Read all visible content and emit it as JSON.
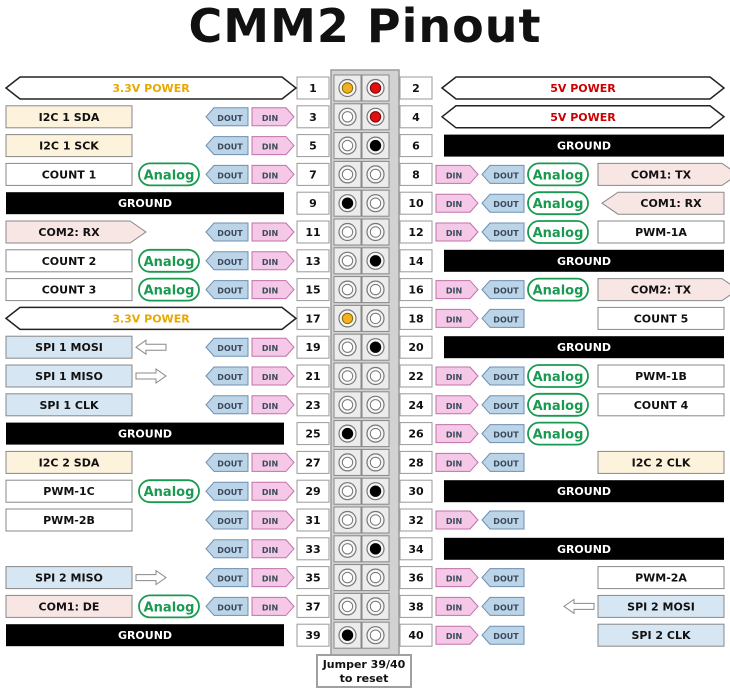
{
  "title": "CMM2 Pinout",
  "jumper_note": {
    "line1": "Jumper 39/40",
    "line2": "to reset"
  },
  "tag_labels": {
    "dout": "DOUT",
    "din": "DIN",
    "analog": "Analog"
  },
  "colors": {
    "power33": "#e8a800",
    "power5": "#cc0000",
    "ground_bg": "#000000",
    "ground_text": "#ffffff",
    "i2c_fill": "#fdf2dc",
    "spi_fill": "#d6e6f3",
    "com_fill": "#f8e6e4",
    "dout_fill": "#bcd4e8",
    "din_fill": "#f6c8e8",
    "analog_green": "#1a9a50",
    "pin_dot_33": "#f0b020",
    "pin_dot_5": "#e01010",
    "pin_dot_gnd": "#000000"
  },
  "pins": [
    {
      "n": "1",
      "side": "L",
      "label": "3.3V POWER",
      "kind": "power33",
      "tags": [],
      "arrow": null
    },
    {
      "n": "2",
      "side": "R",
      "label": "5V POWER",
      "kind": "power5",
      "tags": [],
      "arrow": null
    },
    {
      "n": "3",
      "side": "L",
      "label": "I2C 1 SDA",
      "kind": "i2c",
      "tags": [
        "dout",
        "din"
      ],
      "arrow": null
    },
    {
      "n": "4",
      "side": "R",
      "label": "5V POWER",
      "kind": "power5",
      "tags": [],
      "arrow": null
    },
    {
      "n": "5",
      "side": "L",
      "label": "I2C 1 SCK",
      "kind": "i2c",
      "tags": [
        "dout",
        "din"
      ],
      "arrow": null
    },
    {
      "n": "6",
      "side": "R",
      "label": "GROUND",
      "kind": "ground",
      "tags": [],
      "arrow": null
    },
    {
      "n": "7",
      "side": "L",
      "label": "COUNT 1",
      "kind": "plain",
      "tags": [
        "analog",
        "dout",
        "din"
      ],
      "arrow": null
    },
    {
      "n": "8",
      "side": "R",
      "label": "COM1: TX",
      "kind": "com_tx",
      "tags": [
        "din",
        "dout",
        "analog"
      ],
      "arrow": null
    },
    {
      "n": "9",
      "side": "L",
      "label": "GROUND",
      "kind": "ground",
      "tags": [],
      "arrow": null
    },
    {
      "n": "10",
      "side": "R",
      "label": "COM1: RX",
      "kind": "com_rx_r",
      "tags": [
        "din",
        "dout",
        "analog"
      ],
      "arrow": null
    },
    {
      "n": "11",
      "side": "L",
      "label": "COM2: RX",
      "kind": "com_rx_l",
      "tags": [
        "dout",
        "din"
      ],
      "arrow": null
    },
    {
      "n": "12",
      "side": "R",
      "label": "PWM-1A",
      "kind": "plain",
      "tags": [
        "din",
        "dout",
        "analog"
      ],
      "arrow": null
    },
    {
      "n": "13",
      "side": "L",
      "label": "COUNT 2",
      "kind": "plain",
      "tags": [
        "analog",
        "dout",
        "din"
      ],
      "arrow": null
    },
    {
      "n": "14",
      "side": "R",
      "label": "GROUND",
      "kind": "ground",
      "tags": [],
      "arrow": null
    },
    {
      "n": "15",
      "side": "L",
      "label": "COUNT 3",
      "kind": "plain",
      "tags": [
        "analog",
        "dout",
        "din"
      ],
      "arrow": null
    },
    {
      "n": "16",
      "side": "R",
      "label": "COM2: TX",
      "kind": "com_tx",
      "tags": [
        "din",
        "dout",
        "analog"
      ],
      "arrow": null
    },
    {
      "n": "17",
      "side": "L",
      "label": "3.3V POWER",
      "kind": "power33",
      "tags": [],
      "arrow": null
    },
    {
      "n": "18",
      "side": "R",
      "label": "COUNT 5",
      "kind": "plain",
      "tags": [
        "din",
        "dout"
      ],
      "arrow": null
    },
    {
      "n": "19",
      "side": "L",
      "label": "SPI 1 MOSI",
      "kind": "spi",
      "tags": [
        "dout",
        "din"
      ],
      "arrow": "in"
    },
    {
      "n": "20",
      "side": "R",
      "label": "GROUND",
      "kind": "ground",
      "tags": [],
      "arrow": null
    },
    {
      "n": "21",
      "side": "L",
      "label": "SPI 1 MISO",
      "kind": "spi",
      "tags": [
        "dout",
        "din"
      ],
      "arrow": "out"
    },
    {
      "n": "22",
      "side": "R",
      "label": "PWM-1B",
      "kind": "plain",
      "tags": [
        "din",
        "dout",
        "analog"
      ],
      "arrow": null
    },
    {
      "n": "23",
      "side": "L",
      "label": "SPI 1 CLK",
      "kind": "spi",
      "tags": [
        "dout",
        "din"
      ],
      "arrow": null
    },
    {
      "n": "24",
      "side": "R",
      "label": "COUNT 4",
      "kind": "plain",
      "tags": [
        "din",
        "dout",
        "analog"
      ],
      "arrow": null
    },
    {
      "n": "25",
      "side": "L",
      "label": "GROUND",
      "kind": "ground",
      "tags": [],
      "arrow": null
    },
    {
      "n": "26",
      "side": "R",
      "label": "",
      "kind": "none",
      "tags": [
        "din",
        "dout",
        "analog"
      ],
      "arrow": null
    },
    {
      "n": "27",
      "side": "L",
      "label": "I2C 2 SDA",
      "kind": "i2c",
      "tags": [
        "dout",
        "din"
      ],
      "arrow": null
    },
    {
      "n": "28",
      "side": "R",
      "label": "I2C 2 CLK",
      "kind": "i2c",
      "tags": [
        "din",
        "dout"
      ],
      "arrow": null
    },
    {
      "n": "29",
      "side": "L",
      "label": "PWM-1C",
      "kind": "plain",
      "tags": [
        "analog",
        "dout",
        "din"
      ],
      "arrow": null
    },
    {
      "n": "30",
      "side": "R",
      "label": "GROUND",
      "kind": "ground",
      "tags": [],
      "arrow": null
    },
    {
      "n": "31",
      "side": "L",
      "label": "PWM-2B",
      "kind": "plain",
      "tags": [
        "dout",
        "din"
      ],
      "arrow": null
    },
    {
      "n": "32",
      "side": "R",
      "label": "",
      "kind": "none",
      "tags": [
        "din",
        "dout"
      ],
      "arrow": null
    },
    {
      "n": "33",
      "side": "L",
      "label": "",
      "kind": "none",
      "tags": [
        "dout",
        "din"
      ],
      "arrow": null
    },
    {
      "n": "34",
      "side": "R",
      "label": "GROUND",
      "kind": "ground",
      "tags": [],
      "arrow": null
    },
    {
      "n": "35",
      "side": "L",
      "label": "SPI 2 MISO",
      "kind": "spi",
      "tags": [
        "dout",
        "din"
      ],
      "arrow": "out"
    },
    {
      "n": "36",
      "side": "R",
      "label": "PWM-2A",
      "kind": "plain",
      "tags": [
        "din",
        "dout"
      ],
      "arrow": null
    },
    {
      "n": "37",
      "side": "L",
      "label": "COM1: DE",
      "kind": "com",
      "tags": [
        "analog",
        "dout",
        "din"
      ],
      "arrow": null
    },
    {
      "n": "38",
      "side": "R",
      "label": "SPI 2 MOSI",
      "kind": "spi",
      "tags": [
        "din",
        "dout"
      ],
      "arrow": "in"
    },
    {
      "n": "39",
      "side": "L",
      "label": "GROUND",
      "kind": "ground",
      "tags": [],
      "arrow": null
    },
    {
      "n": "40",
      "side": "R",
      "label": "SPI 2 CLK",
      "kind": "spi",
      "tags": [
        "din",
        "dout"
      ],
      "arrow": null
    }
  ]
}
